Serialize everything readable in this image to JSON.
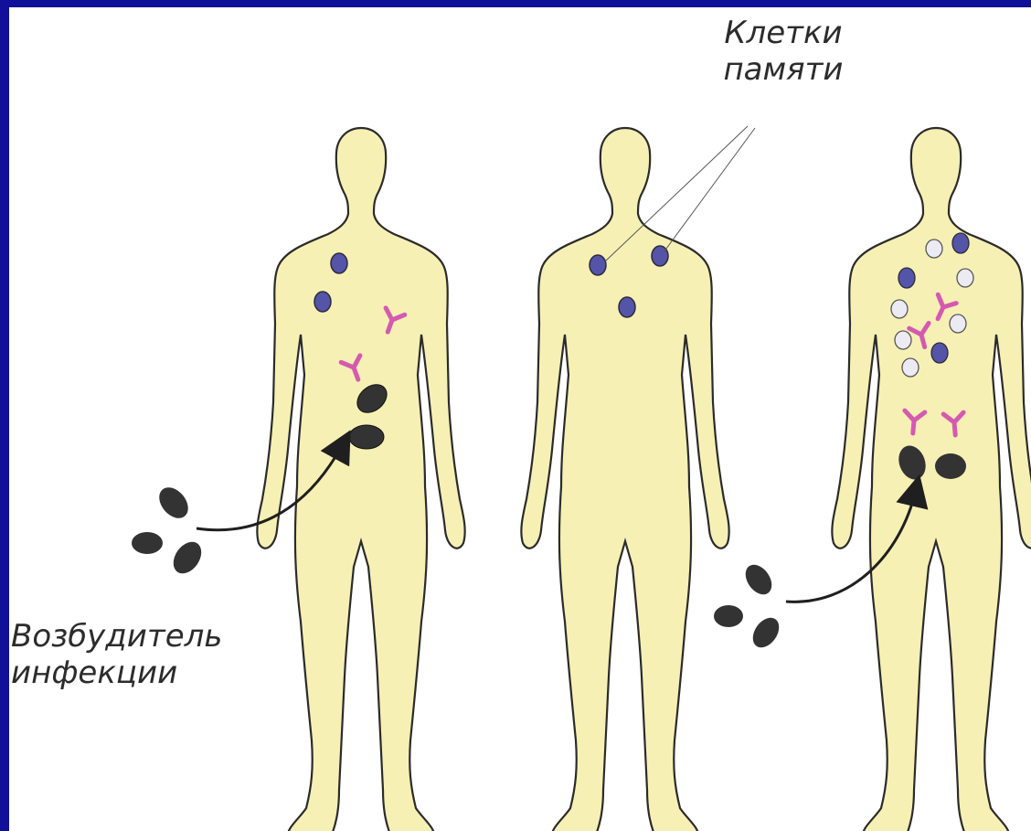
{
  "labels": {
    "memory_cells": "Клетки\nпамяти",
    "pathogen": "Возбудитель\nинфекции"
  },
  "colors": {
    "background_frame": "#10109a",
    "body_fill": "#f7f0b4",
    "body_outline": "#2b2b2b",
    "memory_cell": "#5454a8",
    "antibody": "#d45ab0",
    "pathogen": "#333333",
    "white_cell": "#eceaf2"
  },
  "figures": [
    {
      "name": "figure-first-infection",
      "pathogen_entering": true
    },
    {
      "name": "figure-memory",
      "pathogen_entering": false
    },
    {
      "name": "figure-reinfection",
      "pathogen_entering": true
    }
  ]
}
